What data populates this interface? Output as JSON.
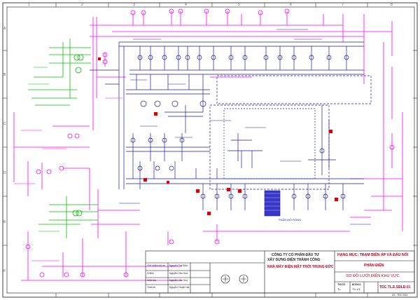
{
  "title_block": {
    "company_line1": "CÔNG TY CỔ PHẦN ĐẦU TƯ",
    "company_line2": "XÂY DỰNG ĐIỆN THÀNH CÔNG",
    "project": "NHÀ MÁY ĐIỆN MẶT TRỜI TRUNG ĐỨC",
    "item": "HẠNG MỤC: TRẠM BIẾN ÁP VÀ ĐẤU NỐI",
    "discipline": "PHẦN ĐIỆN",
    "drawing_title": "SƠ ĐỒ LƯỚI ĐIỆN KHU VỰC",
    "drawing_no": "TDC.TL.E.SĐLĐ.01",
    "tk_label": "TKCS",
    "year": "8/2021",
    "scale_label": "TL",
    "sheet_label": "Tờ 1/1",
    "roles": [
      "Chủ nhiệm đồ án",
      "CNĐA",
      "Kiểm tra",
      "Thiết kế"
    ],
    "names": [
      "Nguyễn Thế Bình",
      "Nguyễn Văn Hòa",
      "Nguyễn Văn Hòa",
      "Nguyễn Thuận Hải"
    ]
  },
  "grid": {
    "cols": [
      "1",
      "2",
      "3",
      "4",
      "5",
      "6",
      "7",
      "8"
    ],
    "rows": [
      "A",
      "B",
      "C",
      "D",
      "E",
      "F"
    ]
  },
  "notes": {
    "lower_label": "PHẦN MỞ RỘNG",
    "footer_code": "A3 - TDC 2021"
  },
  "colors": {
    "magenta": "#ff00ff",
    "blue": "#1a1aa8",
    "green": "#00c000",
    "red": "#e00000",
    "black": "#111111"
  }
}
